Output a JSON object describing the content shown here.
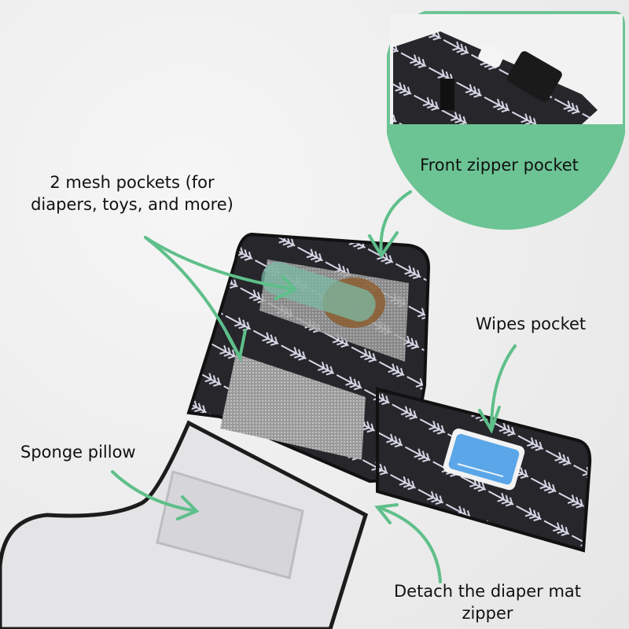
{
  "callouts": {
    "mesh_pockets": {
      "line1": "2 mesh pockets (for",
      "line2": "diapers, toys, and more)"
    },
    "front_zipper_pocket": "Front zipper pocket",
    "wipes_pocket": "Wipes pocket",
    "sponge_pillow": "Sponge pillow",
    "detach_zipper": {
      "line1": "Detach the diaper mat",
      "line2": "zipper"
    }
  },
  "colors": {
    "accent_green": "#6cc494",
    "arrow_green": "#5fbf8a",
    "fabric_black": "#26262b",
    "arrow_print": "#d8d8e8",
    "mat_silver": "#e4e4e6",
    "wipes_lid_blue": "#5aa6e8",
    "background": "#ececec"
  }
}
